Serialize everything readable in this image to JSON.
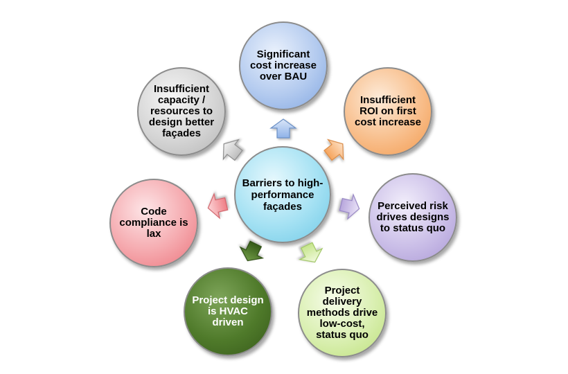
{
  "diagram": {
    "center": {
      "label": "Barriers to high-performance façades",
      "color": "#7fd3ee"
    },
    "barriers": [
      {
        "id": "cost",
        "label": "Significant cost increase over BAU",
        "color": "#8fb2e8"
      },
      {
        "id": "roi",
        "label": "Insufficient ROI on first cost increase",
        "color": "#f6a45c"
      },
      {
        "id": "risk",
        "label": "Perceived risk drives designs to status quo",
        "color": "#b7a6dc"
      },
      {
        "id": "delivery",
        "label": "Project delivery methods drive low-cost, status quo",
        "color": "#c6e58c"
      },
      {
        "id": "hvac",
        "label": "Project design is HVAC driven",
        "color": "#4f7a2a"
      },
      {
        "id": "code",
        "label": "Code compliance is lax",
        "color": "#ef7f86"
      },
      {
        "id": "capacity",
        "label": "Insufficient capacity / resources to design better façades",
        "color": "#c8c8c8"
      }
    ]
  }
}
